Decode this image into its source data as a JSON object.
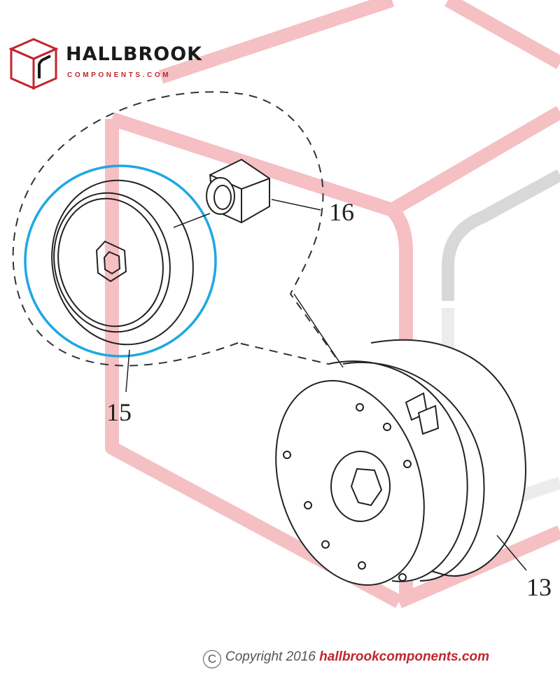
{
  "brand": {
    "name": "HALLBROOK",
    "tagline": "COMPONENTS.COM",
    "accent_color": "#c0262e",
    "highlight_color": "#1ea7e4"
  },
  "callouts": {
    "part_15": "15",
    "part_16": "16",
    "part_13": "13"
  },
  "footer": {
    "symbol": "C",
    "text": "Copyright 2016",
    "site": "hallbrookcomponents.com"
  }
}
